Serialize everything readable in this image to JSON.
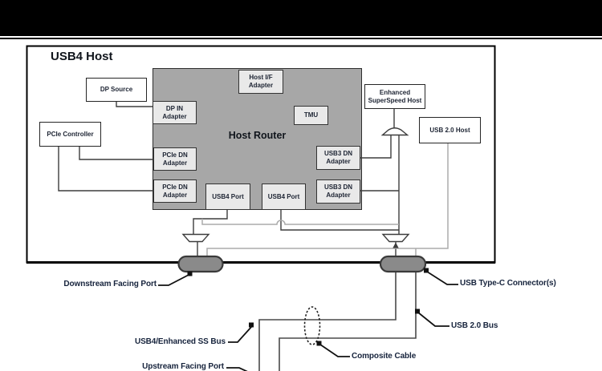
{
  "diagram": {
    "title": "USB4 Host",
    "host_router_label": "Host Router",
    "boxes": {
      "dp_source": "DP Source",
      "pcie_controller": "PCIe Controller",
      "host_if_adapter": "Host I/F Adapter",
      "tmu": "TMU",
      "dp_in_adapter": "DP IN Adapter",
      "pcie_dn_adapter_1": "PCIe DN Adapter",
      "pcie_dn_adapter_2": "PCIe DN Adapter",
      "usb3_dn_adapter_1": "USB3 DN Adapter",
      "usb3_dn_adapter_2": "USB3 DN Adapter",
      "usb4_port_1": "USB4 Port",
      "usb4_port_2": "USB4 Port",
      "enhanced_superspeed_host": "Enhanced SuperSpeed Host",
      "usb_20_host": "USB 2.0 Host"
    },
    "callouts": {
      "downstream_facing_port": "Downstream Facing Port",
      "usb_type_c_connectors": "USB Type-C Connector(s)",
      "usb4_enhanced_ss_bus": "USB4/Enhanced SS Bus",
      "usb_20_bus": "USB 2.0 Bus",
      "composite_cable": "Composite Cable",
      "upstream_facing_port": "Upstream Facing Port"
    },
    "colors": {
      "letterbox": "#000000",
      "router_fill": "#a7a7a7",
      "adapter_fill": "#e9e9e9",
      "connector_pill_fill": "#8a8a8a",
      "wire_dark": "#3d3d3d",
      "wire_light": "#ababab",
      "text": "#16233c"
    }
  }
}
